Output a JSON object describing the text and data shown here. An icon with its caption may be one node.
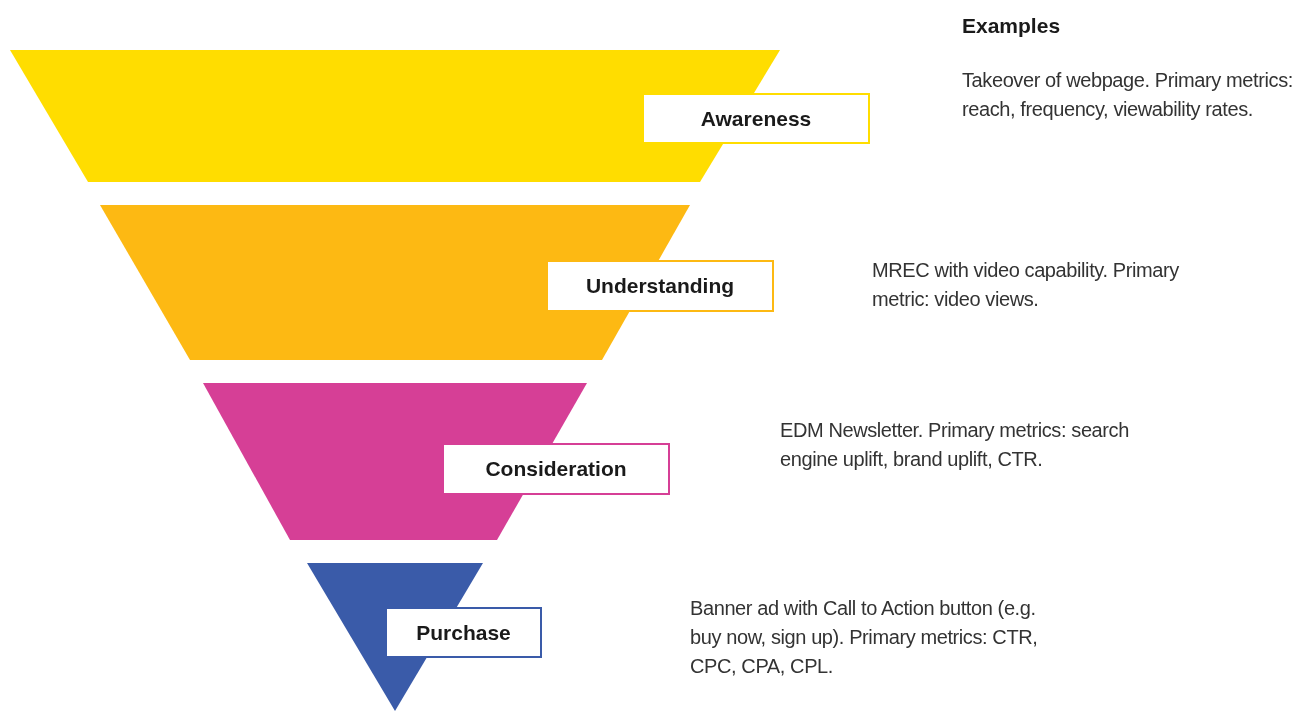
{
  "diagram": {
    "nodes": [
      {
        "text": [
          "Awareness"
        ]
      },
      {
        "text": [
          "Understanding"
        ]
      },
      {
        "text": [
          "Consideration"
        ]
      },
      {
        "text": [
          "Purchase"
        ]
      }
    ],
    "labels": [
      "Examples",
      "Takeover of webpage. Primary metrics: reach, frequency, viewability rates.",
      "MREC with video capability. Primary metric: video views.",
      "EDM Newsletter. Primary metrics: search engine uplift, brand uplift, CTR.",
      "Banner ad with Call to Action button (e.g. buy now, sign up). Primary metrics: CTR, CPC, CPA, CPL."
    ]
  }
}
